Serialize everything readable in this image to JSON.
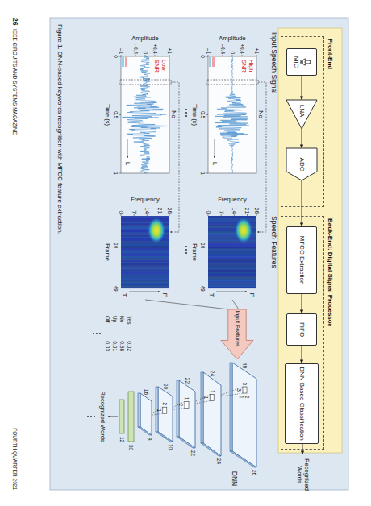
{
  "diagram": {
    "caption": "Figure 1. DNN-based keywords recognition with MFCC feature extraction.",
    "nodes": [
      {
        "text": [
          "Front-End"
        ]
      },
      {
        "text": [
          "MIC"
        ],
        "in": 0
      },
      {
        "text": [
          "LNA"
        ],
        "in": 0
      },
      {
        "text": [
          "ADC"
        ],
        "in": 0
      },
      {
        "text": [
          "Back-End: Digital Signal Processor"
        ]
      },
      {
        "text": [
          "MFCC Extraction"
        ],
        "in": 4
      },
      {
        "text": [
          "FIFO"
        ],
        "in": 4
      },
      {
        "text": [
          "DNN Based Classification"
        ],
        "in": 4
      },
      {
        "text": [
          "Recognized Words"
        ]
      },
      {
        "text": [
          "Input Features"
        ]
      }
    ],
    "edges": [
      {
        "from": 1,
        "to": 2,
        "arrow": "to"
      },
      {
        "from": 2,
        "to": 3,
        "arrow": "to"
      },
      {
        "from": 3,
        "to": 5,
        "arrow": "to"
      },
      {
        "from": 5,
        "to": 6,
        "arrow": "to"
      },
      {
        "from": 6,
        "to": 7,
        "arrow": "to"
      },
      {
        "from": 7,
        "to": 8,
        "arrow": "to"
      }
    ],
    "labels": [
      "Input Speech Signal",
      "Amplitude",
      "+1",
      "+0.4",
      "0",
      "–0.4",
      "–1",
      "0",
      "0.5",
      "1",
      "Time (s)",
      "High SNR",
      "No",
      "L",
      "Speech Features",
      "Frequency",
      "26",
      "21",
      "14",
      "7",
      "0",
      "20",
      "49",
      "Frame",
      "F",
      "T",
      "Amplitude",
      "+1",
      "+0.4",
      "0",
      "–0.4",
      "–1",
      "0",
      "0.5",
      "1",
      "Time (s)",
      "Low SNR",
      "No",
      "L",
      "Frequency",
      "26",
      "21",
      "14",
      "7",
      "0",
      "20",
      "49",
      "Frame",
      "F",
      "T",
      "DNN",
      "26",
      "49",
      "3",
      "3",
      "2",
      "1",
      "24",
      "24",
      "1",
      "1",
      "22",
      "22",
      "1",
      "2",
      "10",
      "20",
      "2",
      "1",
      "8",
      "16",
      "30",
      "12",
      "Recognized Words",
      "Yes",
      "0.02",
      "No",
      "0.88",
      "Up",
      "0.01",
      "Off",
      "0.03",
      "26",
      "IEEE CIRCUITS AND SYSTEMS MAGAZINE",
      "FOURTH QUARTER 2021"
    ]
  }
}
